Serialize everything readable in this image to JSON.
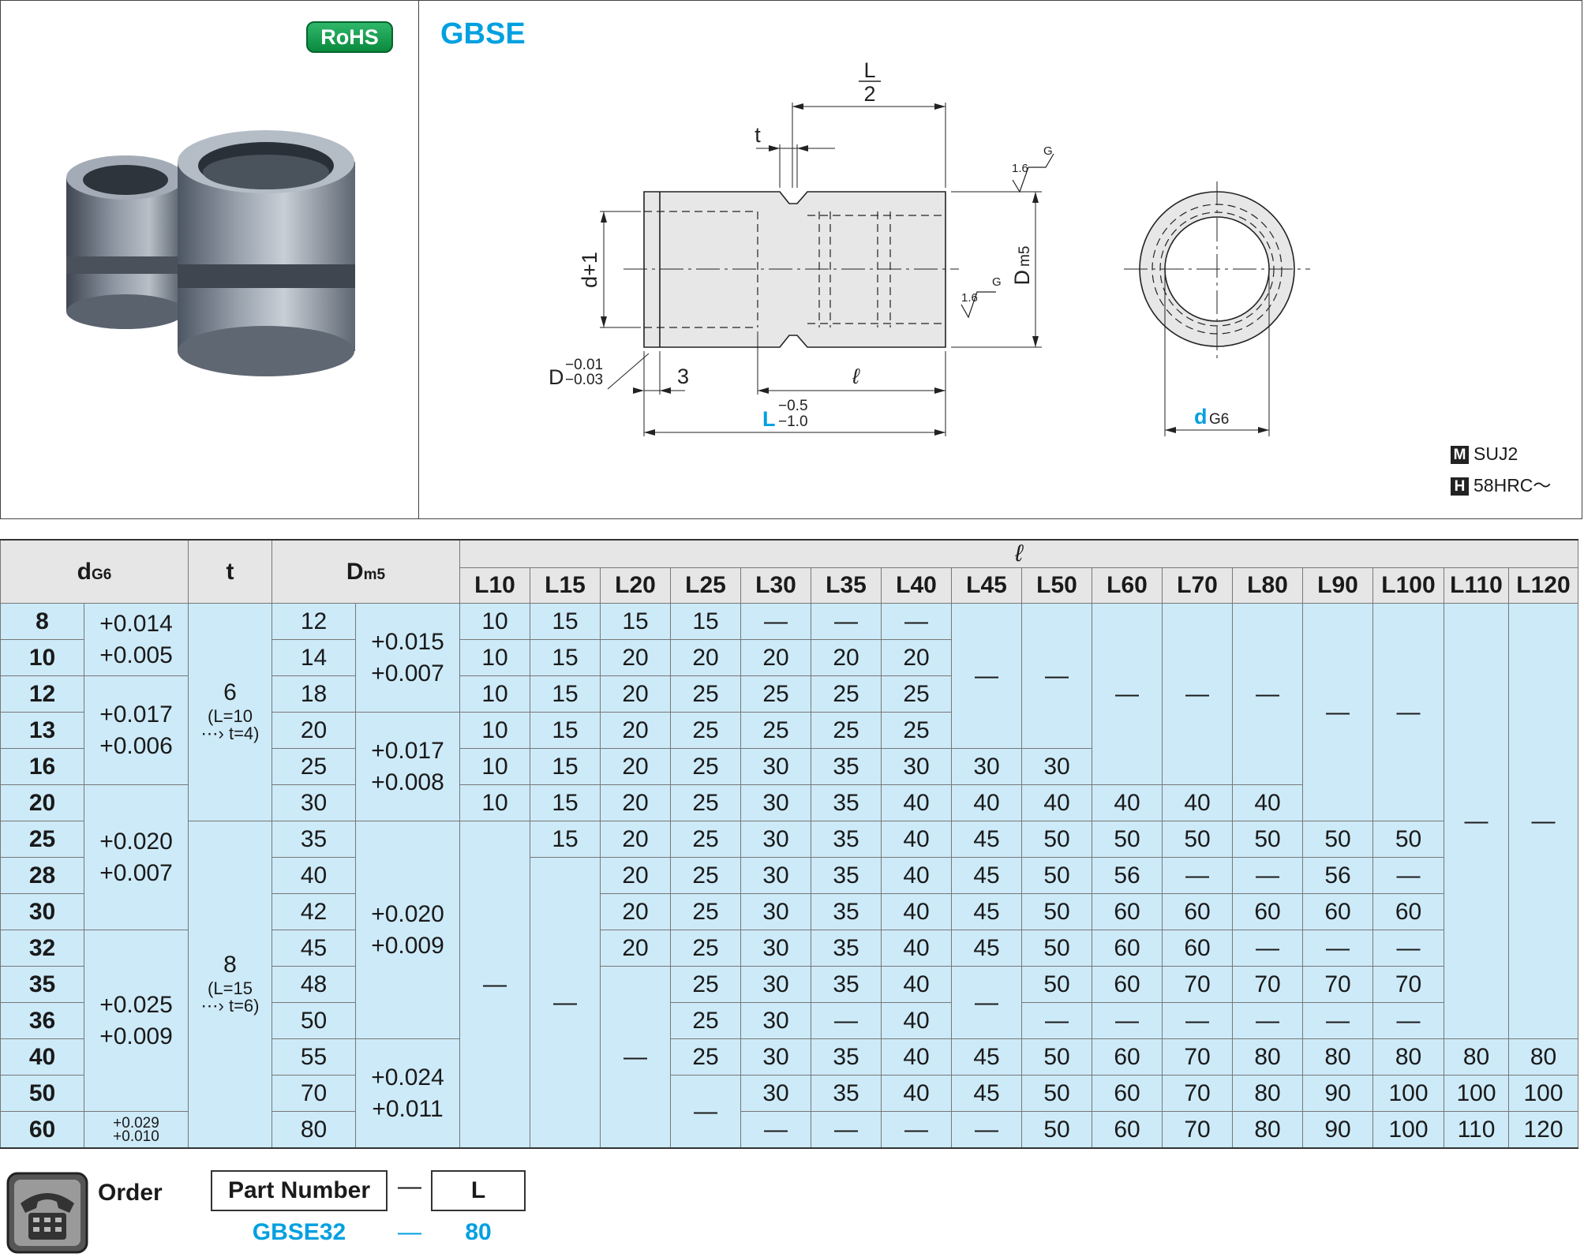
{
  "badge": "RoHS",
  "product_code": "GBSE",
  "drawing": {
    "half_length": {
      "num": "L",
      "den": "2"
    },
    "t": "t",
    "inner_label": "d+1",
    "outer_label": "D",
    "outer_sub": "m5",
    "roughness": "1.6",
    "g": "G",
    "d_tol_upper": "−0.01",
    "d_tol_lower": "−0.03",
    "d_main": "D",
    "three": "3",
    "ell": "ℓ",
    "L_main": "L",
    "L_tol_upper": "−0.5",
    "L_tol_lower": "−1.0",
    "bore_label": "d",
    "bore_sub": "G6"
  },
  "materials": [
    {
      "key": "M",
      "value": "SUJ2"
    },
    {
      "key": "H",
      "value": "58HRC～"
    }
  ],
  "table": {
    "header": {
      "d": "d",
      "d_sub": "G6",
      "t": "t",
      "D": "D",
      "D_sub": "m5",
      "ell": "ℓ"
    },
    "length_cols": [
      "L10",
      "L15",
      "L20",
      "L25",
      "L30",
      "L35",
      "L40",
      "L45",
      "L50",
      "L60",
      "L70",
      "L80",
      "L90",
      "L100",
      "L110",
      "L120"
    ],
    "d_values": [
      "8",
      "10",
      "12",
      "13",
      "16",
      "20",
      "25",
      "28",
      "30",
      "32",
      "35",
      "36",
      "40",
      "50",
      "60"
    ],
    "d_tolerances": [
      {
        "upper": "+0.014",
        "lower": "+0.005"
      },
      {
        "upper": "+0.017",
        "lower": "+0.006"
      },
      {
        "upper": "+0.020",
        "lower": "+0.007"
      },
      {
        "upper": "+0.025",
        "lower": "+0.009"
      },
      {
        "upper": "+0.029",
        "lower": "+0.010"
      }
    ],
    "t_groups": [
      {
        "value": "6",
        "note_top": "L=10",
        "note_bottom": "t=4"
      },
      {
        "value": "8",
        "note_top": "L=15",
        "note_bottom": "t=6"
      }
    ],
    "D_values": [
      "12",
      "14",
      "18",
      "20",
      "25",
      "30",
      "35",
      "40",
      "42",
      "45",
      "48",
      "50",
      "55",
      "70",
      "80"
    ],
    "D_tolerances": [
      {
        "upper": "+0.015",
        "lower": "+0.007"
      },
      {
        "upper": "+0.017",
        "lower": "+0.008"
      },
      {
        "upper": "+0.020",
        "lower": "+0.009"
      },
      {
        "upper": "+0.024",
        "lower": "+0.011"
      }
    ],
    "ell": {
      "r0_a": [
        "10",
        "15",
        "15",
        "15",
        "—",
        "—",
        "—"
      ],
      "r1_a": [
        "10",
        "15",
        "20",
        "20",
        "20",
        "20",
        "20"
      ],
      "r2_a": [
        "10",
        "15",
        "20",
        "25",
        "25",
        "25",
        "25"
      ],
      "r3_a": [
        "10",
        "15",
        "20",
        "25",
        "25",
        "25",
        "25"
      ],
      "r4_a": [
        "10",
        "15",
        "20",
        "25",
        "30",
        "35",
        "30",
        "30",
        "30"
      ],
      "r5_a": [
        "10",
        "15",
        "20",
        "25",
        "30",
        "35",
        "40",
        "40",
        "40",
        "40",
        "40",
        "40"
      ],
      "r6_a": [
        "15",
        "20",
        "25",
        "30",
        "35",
        "40",
        "45",
        "50",
        "50",
        "50",
        "50",
        "50",
        "50"
      ],
      "r7_a": [
        "20",
        "25",
        "30",
        "35",
        "40",
        "45",
        "50",
        "56",
        "—",
        "—",
        "56",
        "—"
      ],
      "r8_a": [
        "20",
        "25",
        "30",
        "35",
        "40",
        "45",
        "50",
        "60",
        "60",
        "60",
        "60",
        "60"
      ],
      "r9_a": [
        "20",
        "25",
        "30",
        "35",
        "40",
        "45",
        "50",
        "60",
        "60",
        "—",
        "—",
        "—"
      ],
      "r10_a": [
        "25",
        "30",
        "35",
        "40"
      ],
      "r10_b": [
        "50",
        "60",
        "70",
        "70",
        "70",
        "70"
      ],
      "r11_a": [
        "25",
        "30",
        "—",
        "40"
      ],
      "r11_b": [
        "—",
        "—",
        "—",
        "—",
        "—",
        "—"
      ],
      "r12_a": [
        "25",
        "30",
        "35",
        "40",
        "45",
        "50",
        "60",
        "70",
        "80",
        "80",
        "80",
        "80",
        "80"
      ],
      "r13_a": [
        "30",
        "35",
        "40",
        "45",
        "50",
        "60",
        "70",
        "80",
        "90",
        "100",
        "100",
        "100"
      ],
      "r14_a": [
        "—",
        "—",
        "—",
        "—",
        "50",
        "60",
        "70",
        "80",
        "90",
        "100",
        "110",
        "120"
      ],
      "dash": "—"
    }
  },
  "order": {
    "label": "Order",
    "part_number_label": "Part Number",
    "separator": "—",
    "length_label": "L",
    "example_part": "GBSE32",
    "example_length": "80"
  }
}
